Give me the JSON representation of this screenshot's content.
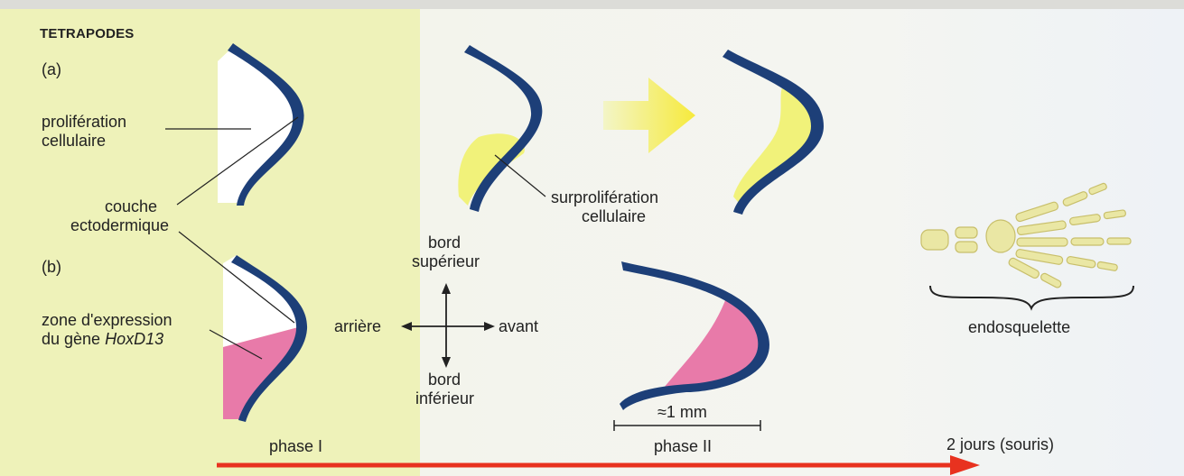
{
  "title": "TETRAPODES",
  "panel_a": {
    "letter": "(a)",
    "proliferation": [
      "prolifération",
      "cellulaire"
    ]
  },
  "ectoderm": [
    "couche",
    "ectodermique"
  ],
  "panel_b": {
    "letter": "(b)",
    "expression_line1": "zone d'expression",
    "expression_prefix": "du gène ",
    "gene": "HoxD13"
  },
  "surproliferation": [
    "surprolifération",
    "cellulaire"
  ],
  "axes": {
    "top": [
      "bord",
      "supérieur"
    ],
    "bottom": [
      "bord",
      "inférieur"
    ],
    "left": "arrière",
    "right": "avant"
  },
  "scale": "≈1 mm",
  "phase1": "phase I",
  "phase2": "phase II",
  "duration": "2 jours (souris)",
  "endoskeleton": "endosquelette",
  "colors": {
    "ectoderm": "#1d3f78",
    "proliferation": "#f1f27a",
    "hoxd13": "#e87aa9",
    "timeline": "#e8321f",
    "bone": "#e9e6a7"
  }
}
